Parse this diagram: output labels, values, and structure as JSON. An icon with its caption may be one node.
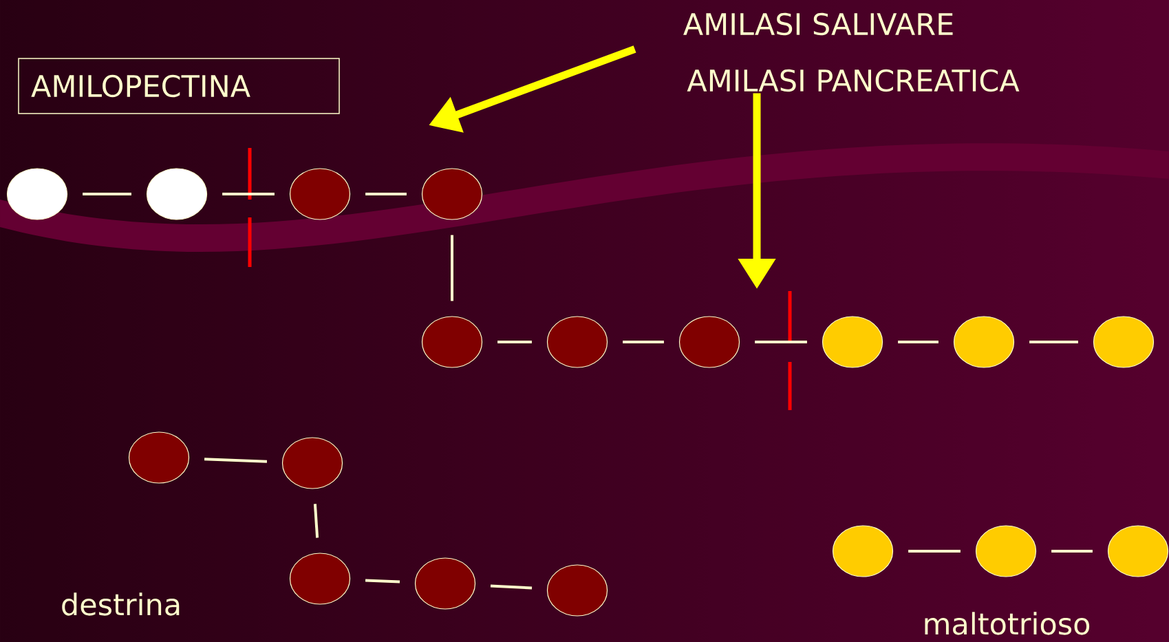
{
  "diagram": {
    "nodes": [
      {
        "text": [
          "AMILOPECTINA"
        ]
      },
      {
        "text": [
          "AMILASI SALIVARE"
        ]
      },
      {
        "text": [
          "AMILASI PANCREATICA"
        ]
      },
      {
        "text": [],
        "shape": "circle"
      },
      {
        "text": [],
        "shape": "circle"
      },
      {
        "text": [],
        "shape": "circle"
      },
      {
        "text": [],
        "shape": "circle"
      },
      {
        "text": [],
        "shape": "circle"
      },
      {
        "text": [],
        "shape": "circle"
      },
      {
        "text": [],
        "shape": "circle"
      },
      {
        "text": [],
        "shape": "circle"
      },
      {
        "text": [],
        "shape": "circle"
      },
      {
        "text": [],
        "shape": "circle"
      },
      {
        "text": [],
        "shape": "circle"
      },
      {
        "text": [],
        "shape": "circle"
      },
      {
        "text": [],
        "shape": "circle"
      },
      {
        "text": [],
        "shape": "circle"
      },
      {
        "text": [],
        "shape": "circle"
      },
      {
        "text": [],
        "shape": "circle"
      },
      {
        "text": [],
        "shape": "circle"
      },
      {
        "text": [],
        "shape": "circle"
      }
    ],
    "edges": [
      {
        "from": 3,
        "to": 4,
        "arrow": "none"
      },
      {
        "from": 4,
        "to": 5,
        "arrow": "none"
      },
      {
        "from": 5,
        "to": 6,
        "arrow": "none"
      },
      {
        "from": 6,
        "to": 7,
        "arrow": "none"
      },
      {
        "from": 7,
        "to": 8,
        "arrow": "none"
      },
      {
        "from": 8,
        "to": 9,
        "arrow": "none"
      },
      {
        "from": 9,
        "to": 10,
        "arrow": "none"
      },
      {
        "from": 10,
        "to": 11,
        "arrow": "none"
      },
      {
        "from": 11,
        "to": 12,
        "arrow": "none"
      },
      {
        "from": 13,
        "to": 14,
        "arrow": "none"
      },
      {
        "from": 14,
        "to": 15,
        "arrow": "none"
      },
      {
        "from": 15,
        "to": 16,
        "arrow": "none"
      },
      {
        "from": 16,
        "to": 17,
        "arrow": "none"
      },
      {
        "from": 18,
        "to": 19,
        "arrow": "none"
      },
      {
        "from": 19,
        "to": 20,
        "arrow": "none"
      },
      {
        "from": 1,
        "to": null,
        "arrow": "to",
        "style": "thick",
        "color": "#ffff00"
      },
      {
        "from": 2,
        "to": null,
        "arrow": "to",
        "style": "thick",
        "color": "#ffff00"
      }
    ],
    "labels": [
      "destrina",
      "maltotrioso"
    ]
  }
}
